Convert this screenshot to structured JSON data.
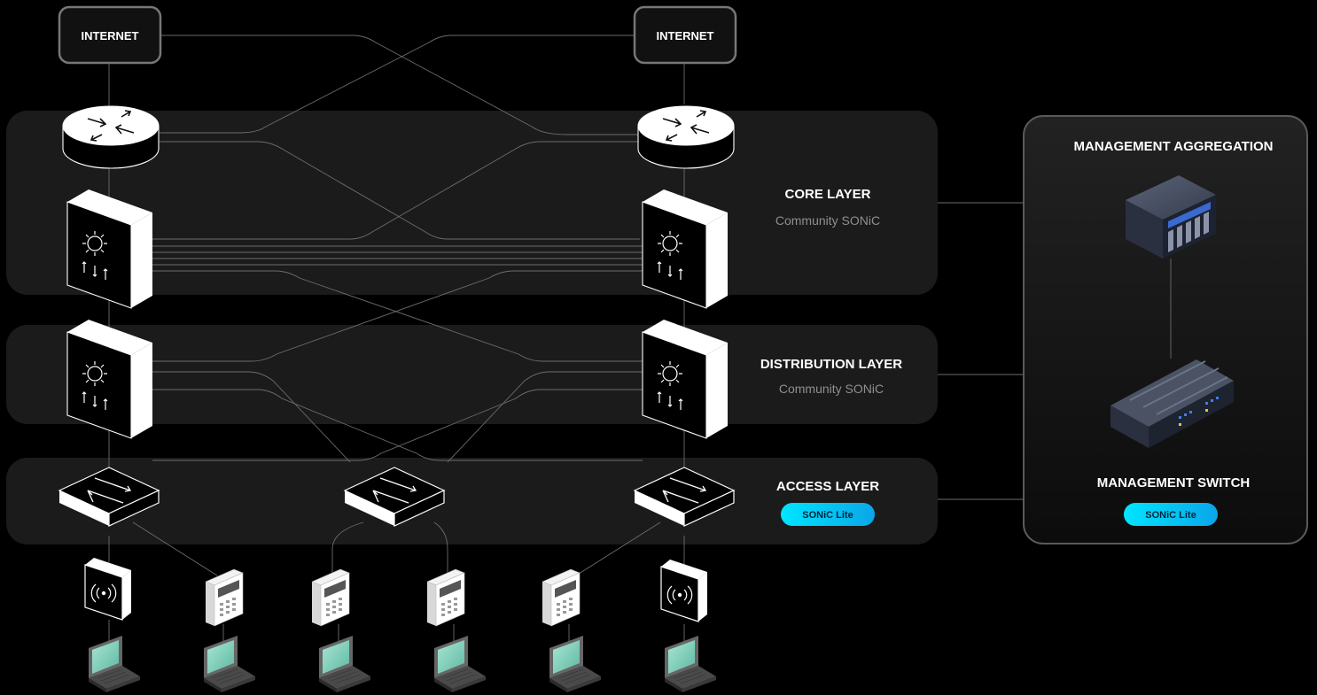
{
  "internet": [
    "INTERNET",
    "INTERNET"
  ],
  "layers": {
    "core": {
      "title": "CORE LAYER",
      "subtitle": "Community SONiC"
    },
    "distribution": {
      "title": "DISTRIBUTION LAYER",
      "subtitle": "Community SONiC"
    },
    "access": {
      "title": "ACCESS LAYER",
      "badge": "SONiC Lite"
    }
  },
  "management": {
    "aggregation_title": "MANAGEMENT AGGREGATION",
    "switch_title": "MANAGEMENT SWITCH",
    "switch_badge": "SONiC Lite"
  },
  "colors": {
    "layer_band": "#1b1b1b",
    "panel_border": "#5a5a5a",
    "badge_start": "#00e5ff",
    "badge_end": "#0aa6e8",
    "screen": "#8fd6c2"
  },
  "icons": [
    "router-icon",
    "core-switch-icon",
    "access-switch-icon",
    "wifi-ap-icon",
    "ip-phone-icon",
    "laptop-icon",
    "server-icon",
    "rack-switch-icon"
  ]
}
